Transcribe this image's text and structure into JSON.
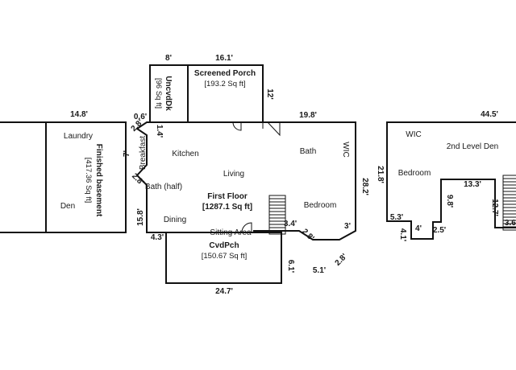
{
  "floors": {
    "basement": {
      "title": "Finished basement",
      "area": "[417.36 Sq ft]",
      "rooms": [
        "Laundry",
        "Den"
      ],
      "dims": {
        "top": "14.8'"
      }
    },
    "first_floor": {
      "title": "First Floor",
      "area": "[1287.1 Sq ft]",
      "rooms": {
        "kitchen": "Kitchen",
        "breakfast": "Breakfast",
        "bath_half": "Bath (half)",
        "living": "Living",
        "dining": "Dining",
        "sitting": "Sitting Area",
        "bath": "Bath",
        "wic": "WIC",
        "bedroom": "Bedroom"
      },
      "screened_porch": {
        "title": "Screened Porch",
        "area": "[193.2 Sq ft]"
      },
      "uncovered_deck": {
        "title": "UncvdDk",
        "area": "[96 Sq ft]"
      },
      "covered_porch": {
        "title": "CvdPch",
        "area": "[150.67 Sq ft]"
      },
      "dims": {
        "deck_w": "8'",
        "porch_w": "16.1'",
        "porch_h": "12'",
        "top_right": "19.8'",
        "top_small": "0.6'",
        "diag_top": "2.8'",
        "left_small": "1.4'",
        "left_7": "7'",
        "diag_left": "2.8'",
        "left_main": "15.8'",
        "right_main": "28.2'",
        "bottom_left": "4.3'",
        "cvd_right": "6.1'",
        "cvd_bottom": "24.7'",
        "bot_3_4": "3.4'",
        "bot_diag1": "2.8'",
        "bot_5_1": "5.1'",
        "bot_diag2": "2.8'",
        "bot_3": "3'"
      }
    },
    "second_level": {
      "rooms": {
        "wic": "WIC",
        "den": "2nd Level Den",
        "bedroom": "Bedroom"
      },
      "dims": {
        "top": "44.5'",
        "left": "21.8'",
        "d_5_3": "5.3'",
        "d_4_1": "4.1'",
        "d_4": "4'",
        "d_2_5": "2.5'",
        "d_9_8": "9.8'",
        "d_13_3": "13.3'",
        "d_12_7": "12.7'",
        "d_3_6": "3.6'"
      }
    }
  }
}
